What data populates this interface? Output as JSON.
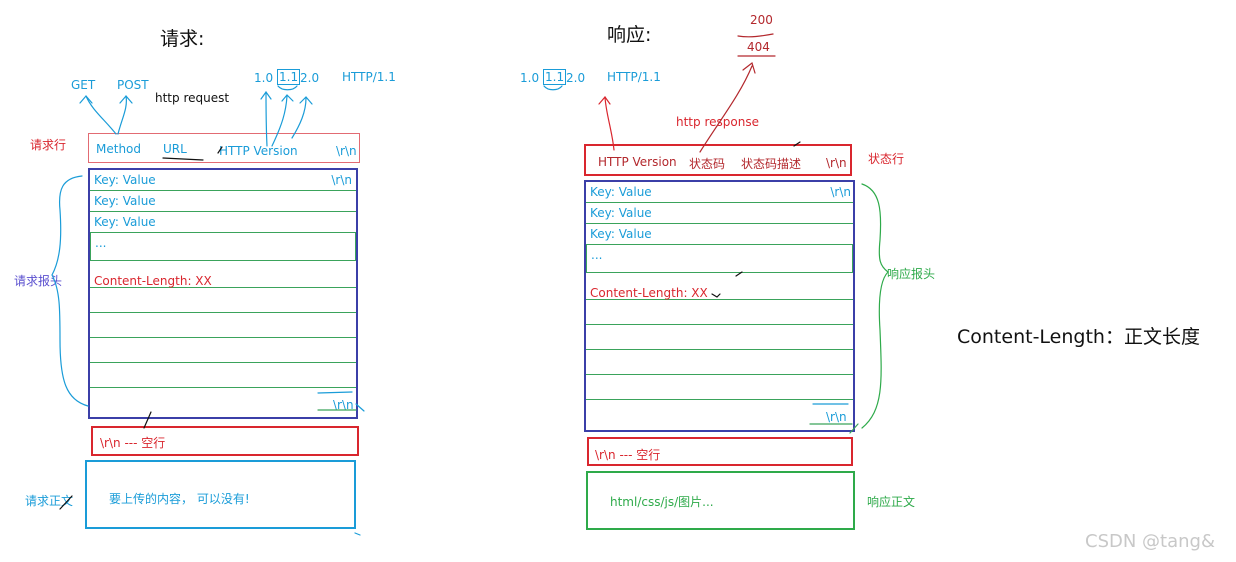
{
  "request": {
    "title": "请求:",
    "methods": {
      "get": "GET",
      "post": "POST"
    },
    "http_request_label": "http request",
    "versions": {
      "v10": "1.0",
      "v11": "1.1",
      "v20": "2.0",
      "http_version": "HTTP/1.1"
    },
    "side_labels": {
      "request_line": "请求行",
      "request_headers": "请求报头",
      "request_body": "请求正文"
    },
    "request_line": {
      "method": "Method",
      "url": "URL",
      "http_version": "HTTP Version",
      "crlf": "\\r\\n"
    },
    "headers": {
      "rows": [
        "Key: Value",
        "Key: Value",
        "Key: Value",
        "..."
      ],
      "first_crlf": "\\r\\n",
      "content_length": "Content-Length: XX",
      "end_crlf": "\\r\\n"
    },
    "blank_line": "\\r\\n --- 空行",
    "body_text": "要上传的内容， 可以没有!"
  },
  "response": {
    "title": "响应:",
    "status_codes": {
      "c200": "200",
      "c404": "404"
    },
    "versions": {
      "v10": "1.0",
      "v11": "1.1",
      "v20": "2.0",
      "http_version": "HTTP/1.1"
    },
    "http_response_label": "http response",
    "status_line": {
      "http_version": "HTTP Version",
      "status_code": "状态码",
      "status_desc": "状态码描述",
      "crlf": "\\r\\n"
    },
    "side_labels": {
      "status_line": "状态行",
      "response_headers": "响应报头",
      "response_body": "响应正文"
    },
    "headers": {
      "rows": [
        "Key: Value",
        "Key: Value",
        "Key: Value",
        "..."
      ],
      "first_crlf": "\\r\\n",
      "content_length": "Content-Length: XX",
      "end_crlf": "\\r\\n"
    },
    "blank_line": "\\r\\n --- 空行",
    "body_text": "html/css/js/图片..."
  },
  "note": "Content-Length：正文长度",
  "watermark": "CSDN @tang&",
  "colors": {
    "blue": "#1a9cd8",
    "red": "#d9262e",
    "purple": "#3b3fa8",
    "green": "#2eaa4a"
  }
}
